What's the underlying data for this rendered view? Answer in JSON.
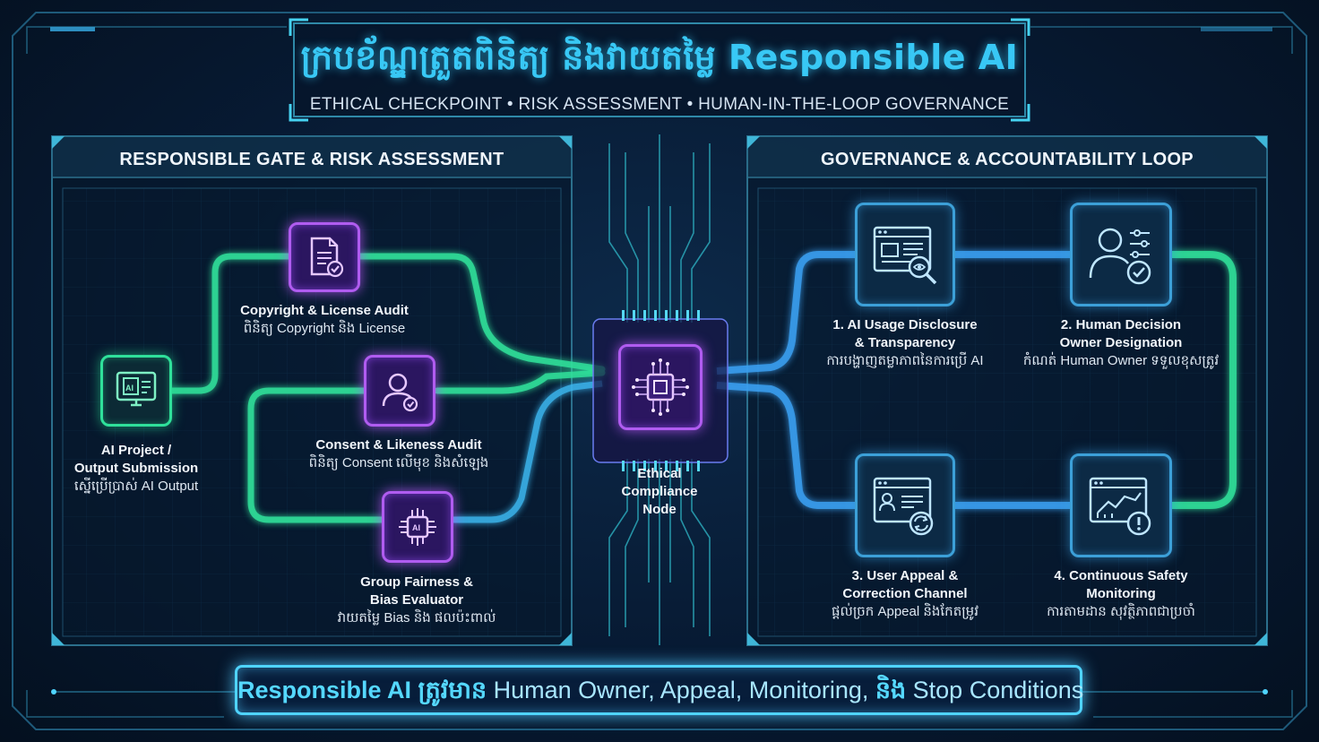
{
  "header": {
    "title": "ក្របខ័ណ្ឌត្រួតពិនិត្យ និងវាយតម្លៃ Responsible AI",
    "subtitle": "ETHICAL CHECKPOINT • RISK ASSESSMENT • HUMAN-IN-THE-LOOP GOVERNANCE"
  },
  "left_panel": {
    "title": "RESPONSIBLE GATE & RISK ASSESSMENT",
    "input_node": {
      "label_en": "AI Project / Output Submission",
      "label_en_line1": "AI Project /",
      "label_en_line2": "Output Submission",
      "label_km": "ស្នើប្រើប្រាស់ AI Output",
      "icon": "ai-monitor-icon"
    },
    "copyright_node": {
      "label_en": "Copyright & License Audit",
      "label_km": "ពិនិត្យ Copyright និង License",
      "icon": "document-check-icon"
    },
    "consent_node": {
      "label_en": "Consent & Likeness Audit",
      "label_km": "ពិនិត្យ Consent លើមុខ និងសំឡេង",
      "icon": "person-check-icon"
    },
    "fairness_node": {
      "label_en_line1": "Group Fairness &",
      "label_en_line2": "Bias Evaluator",
      "label_km": "វាយតម្លៃ Bias និង ផលប៉ះពាល់",
      "icon": "ai-chip-icon"
    }
  },
  "center": {
    "label_line1": "Ethical",
    "label_line2": "Compliance",
    "label_line3": "Node",
    "icon": "processor-chip-icon"
  },
  "right_panel": {
    "title": "GOVERNANCE & ACCOUNTABILITY LOOP",
    "steps": [
      {
        "line1": "1. AI Usage Disclosure",
        "line2": "& Transparency",
        "label_km": "ការបង្ហាញតម្លាភាពនៃការប្រើ AI",
        "icon": "disclosure-search-icon"
      },
      {
        "line1": "2. Human Decision",
        "line2": "Owner Designation",
        "label_km": "កំណត់ Human Owner ទទួលខុសត្រូវ",
        "icon": "human-owner-icon"
      },
      {
        "line1": "3. User Appeal &",
        "line2": "Correction Channel",
        "label_km": "ផ្តល់ច្រក Appeal និងកែតម្រូវ",
        "icon": "appeal-refresh-icon"
      },
      {
        "line1": "4. Continuous Safety",
        "line2": "Monitoring",
        "label_km": "ការតាមដាន សុវត្ថិភាពជាប្រចាំ",
        "icon": "monitoring-alert-icon"
      }
    ]
  },
  "banner": {
    "part1": "Responsible AI ត្រូវមាន",
    "part2": " Human Owner, Appeal, Monitoring, ",
    "part3": "និង",
    "part4": " Stop Conditions"
  },
  "colors": {
    "green": "#2fe09a",
    "blue": "#3ca0d8",
    "purple": "#b05cf0",
    "title": "#38c8f5",
    "frame": "#1e5a7a"
  }
}
